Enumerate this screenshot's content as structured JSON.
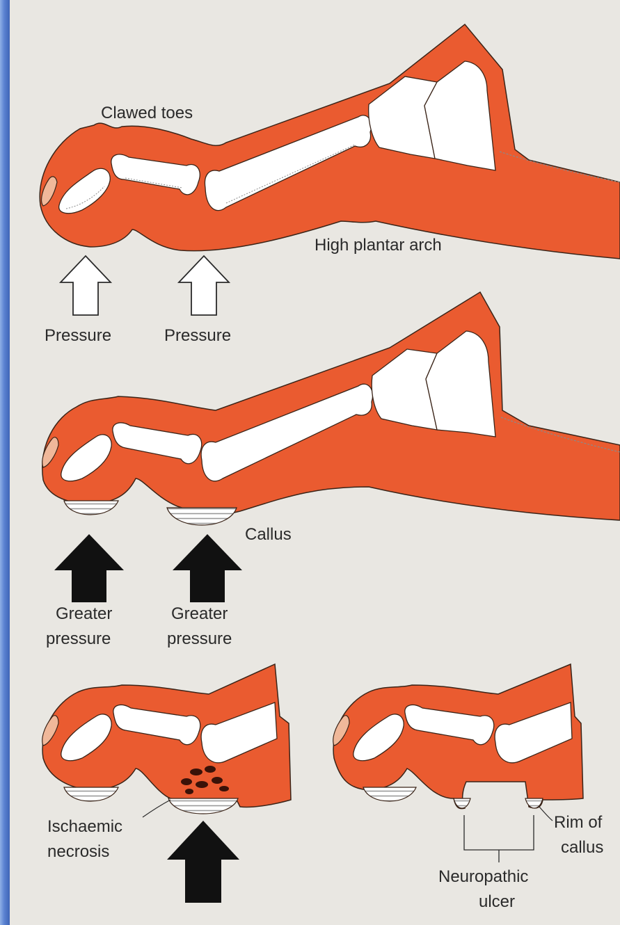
{
  "colors": {
    "flesh": "#ea5b30",
    "bone": "#ffffff",
    "nail": "#f0b89a",
    "outline": "#3a2418",
    "callus_line": "#9a9a9a",
    "paper": "#ece9e3",
    "frame": "#4a74c8",
    "arrow_solid": "#111111"
  },
  "panel1": {
    "title": "Clawed toes",
    "arch_label": "High plantar arch",
    "pressure_left": "Pressure",
    "pressure_right": "Pressure"
  },
  "panel2": {
    "callus_label": "Callus",
    "greater_left_line1": "Greater",
    "greater_left_line2": "pressure",
    "greater_right_line1": "Greater",
    "greater_right_line2": "pressure"
  },
  "panel3": {
    "necrosis_line1": "Ischaemic",
    "necrosis_line2": "necrosis"
  },
  "panel4": {
    "rim_line1": "Rim of",
    "rim_line2": "callus",
    "ulcer_line1": "Neuropathic",
    "ulcer_line2": "ulcer"
  }
}
